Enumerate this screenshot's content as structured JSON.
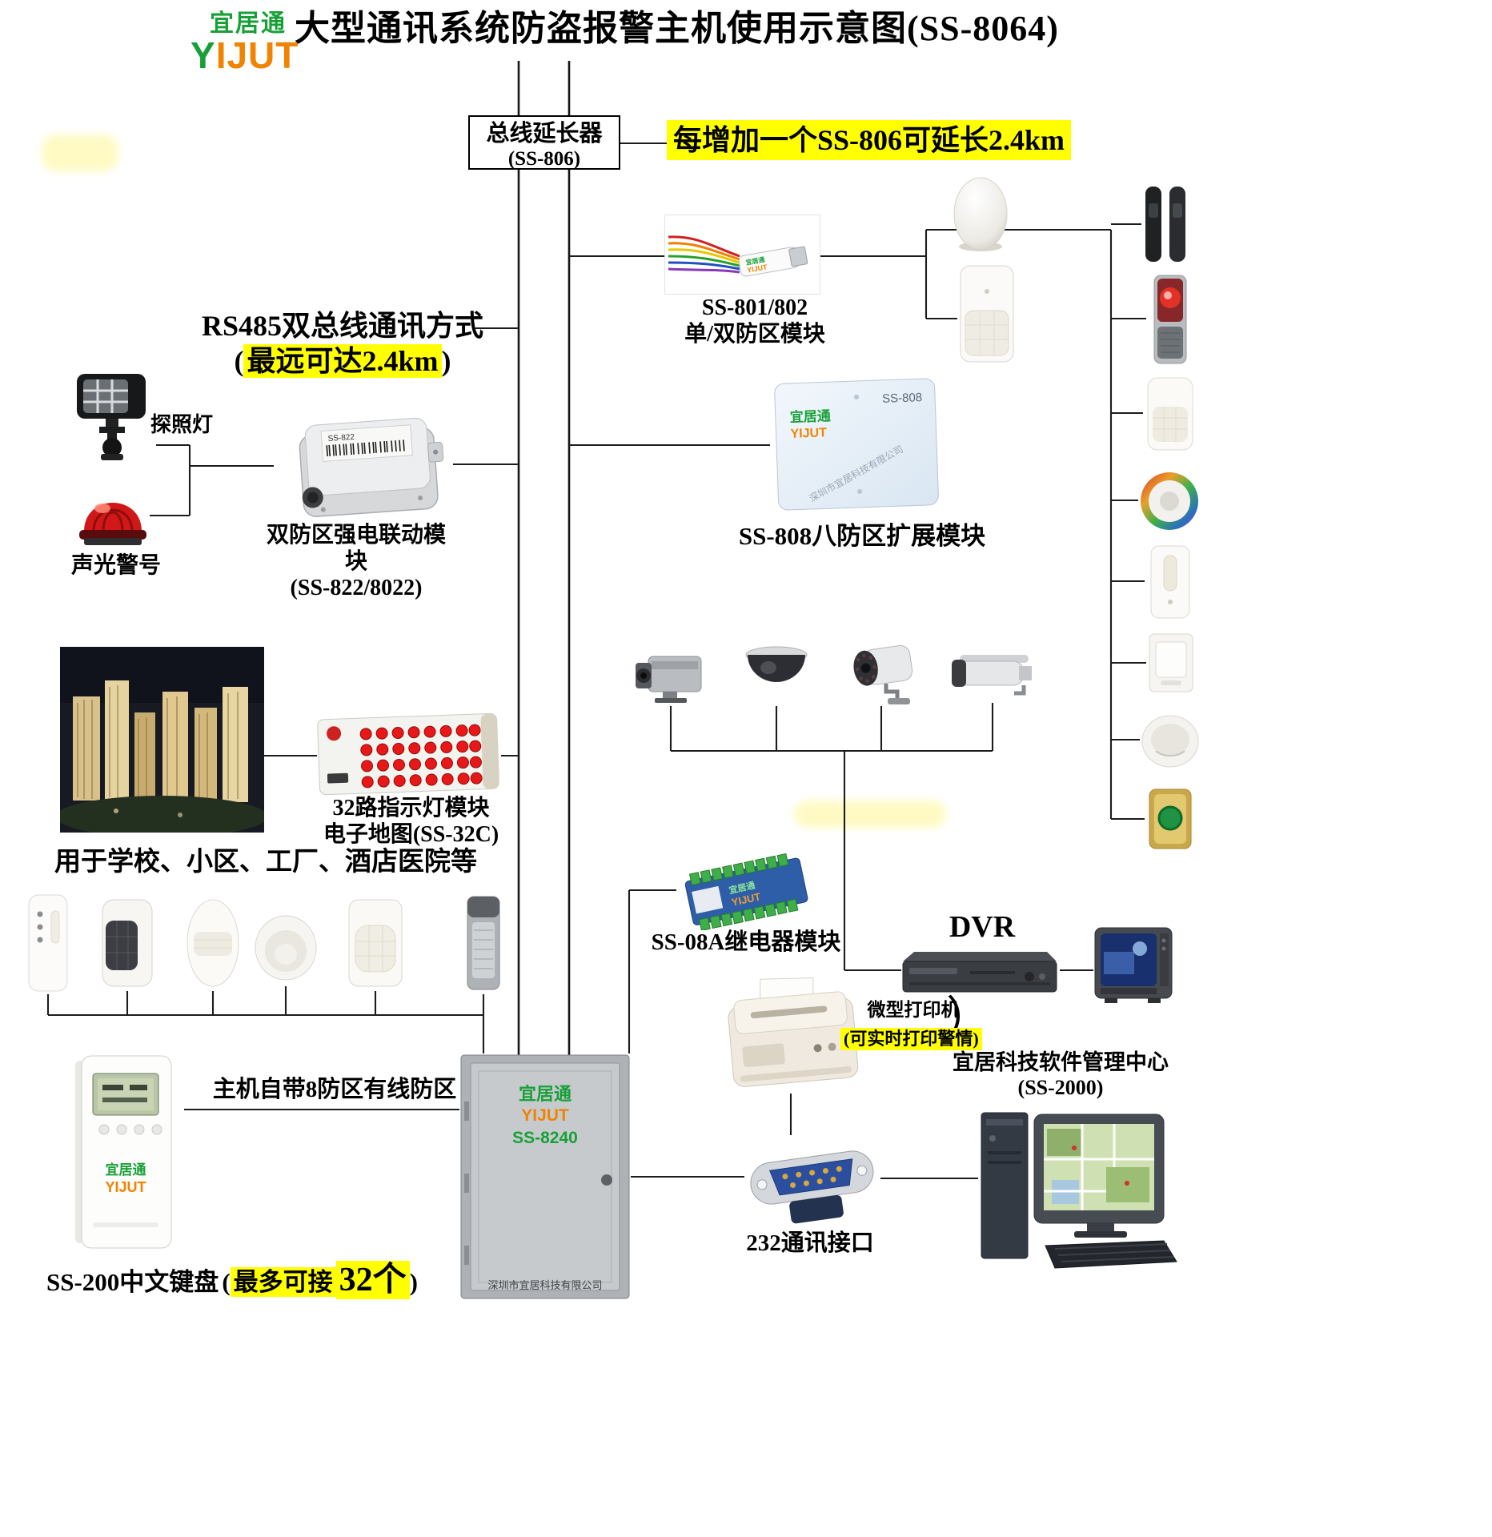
{
  "logo": {
    "cn": "宜居通",
    "en": "YIJUT"
  },
  "title": "大型通讯系统防盗报警主机使用示意图(SS-8064)",
  "bus_extender": {
    "line1": "总线延长器",
    "line2": "(SS-806)"
  },
  "extend_note": "每增加一个SS-806可延长2.4km",
  "rs485": {
    "title": "RS485双总线通讯方式",
    "open": "(",
    "hl": "最远可达2.4km",
    "close": ")"
  },
  "ss801": {
    "line1": "SS-801/802",
    "line2": "单/双防区模块"
  },
  "searchlight_label": "探照灯",
  "siren_label": "声光警号",
  "ss822": {
    "line1": "双防区强电联动模块",
    "line2": "(SS-822/8022)",
    "sticker": "SS-822"
  },
  "ss808_label": "SS-808八防区扩展模块",
  "ss808_device": {
    "model": "SS-808",
    "brand_cn": "宜居通",
    "brand_en": "YIJUT",
    "company": "深圳市宜居科技有限公司"
  },
  "led32": {
    "line1": "32路指示灯模块",
    "line2": "电子地图(SS-32C)"
  },
  "usage_note": "用于学校、小区、工厂、酒店医院等",
  "ss08a_label": "SS-08A继电器模块",
  "dvr_label": "DVR",
  "printer": {
    "label": "微型打印机",
    "bracket": "）",
    "note": "(可实时打印警情)"
  },
  "mgmt": {
    "line1": "宜居科技软件管理中心",
    "line2": "(SS-2000)"
  },
  "wired_zones_note": "主机自带8防区有线防区",
  "keypad_label": {
    "name": "SS-200中文键盘",
    "open": "(",
    "hl": "最多可接",
    "num": "32个",
    "close": ")"
  },
  "rs232_label": "232通讯接口",
  "main_box": {
    "brand_cn": "宜居通",
    "brand_en": "YIJUT",
    "model": "SS-8240",
    "company": "深圳市宜居科技有限公司"
  },
  "colors": {
    "highlight": "#ffff00",
    "green": "#18a038",
    "orange": "#f08300"
  }
}
